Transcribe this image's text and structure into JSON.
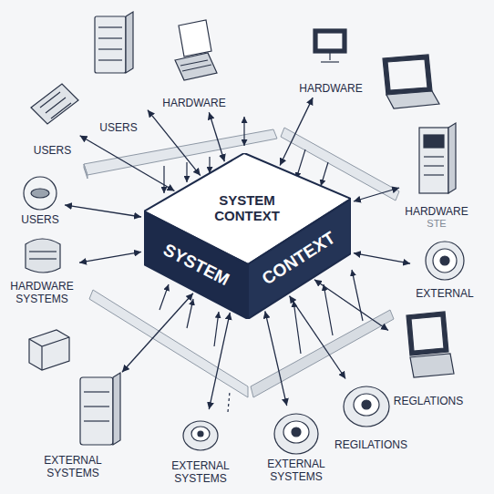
{
  "diagram": {
    "nodes": [
      {
        "text": [
          "SYSTEM CONTEXT",
          "SYSTEM",
          "CONTEXT"
        ]
      },
      {
        "text": [
          "USERS"
        ]
      },
      {
        "text": [
          "HARDWARE"
        ]
      },
      {
        "text": [
          "HARDWARE"
        ]
      },
      {
        "text": [
          "USERS"
        ]
      },
      {
        "text": [
          "USERS"
        ]
      },
      {
        "text": [
          "HARDWARE SYSTEMS"
        ]
      },
      {
        "text": [
          "HARDWARE",
          "STE"
        ]
      },
      {
        "text": [
          "EXTERNAL"
        ]
      },
      {
        "text": [
          "REGLATIONS"
        ]
      },
      {
        "text": [
          "EXTERNAL SYSTEMS"
        ]
      },
      {
        "text": [
          "EXTERNAL SYSTEMS"
        ]
      },
      {
        "text": [
          "EXTERNAL SYSTEMS"
        ]
      },
      {
        "text": [
          "REGILATIONS"
        ]
      }
    ],
    "edges": [
      {
        "from": 1,
        "to": 0,
        "arrow": "both"
      },
      {
        "from": 2,
        "to": 0,
        "arrow": "both"
      },
      {
        "from": 3,
        "to": 0,
        "arrow": "both"
      },
      {
        "from": 4,
        "to": 0,
        "arrow": "both"
      },
      {
        "from": 5,
        "to": 0,
        "arrow": "both"
      },
      {
        "from": 6,
        "to": 0,
        "arrow": "both"
      },
      {
        "from": 7,
        "to": 0,
        "arrow": "both"
      },
      {
        "from": 8,
        "to": 0,
        "arrow": "both"
      },
      {
        "from": 9,
        "to": 0,
        "arrow": "both"
      },
      {
        "from": 10,
        "to": 0,
        "arrow": "both"
      },
      {
        "from": 11,
        "to": 0,
        "arrow": "both"
      },
      {
        "from": 12,
        "to": 0,
        "arrow": "both"
      },
      {
        "from": 13,
        "to": 0,
        "arrow": "both"
      }
    ]
  }
}
